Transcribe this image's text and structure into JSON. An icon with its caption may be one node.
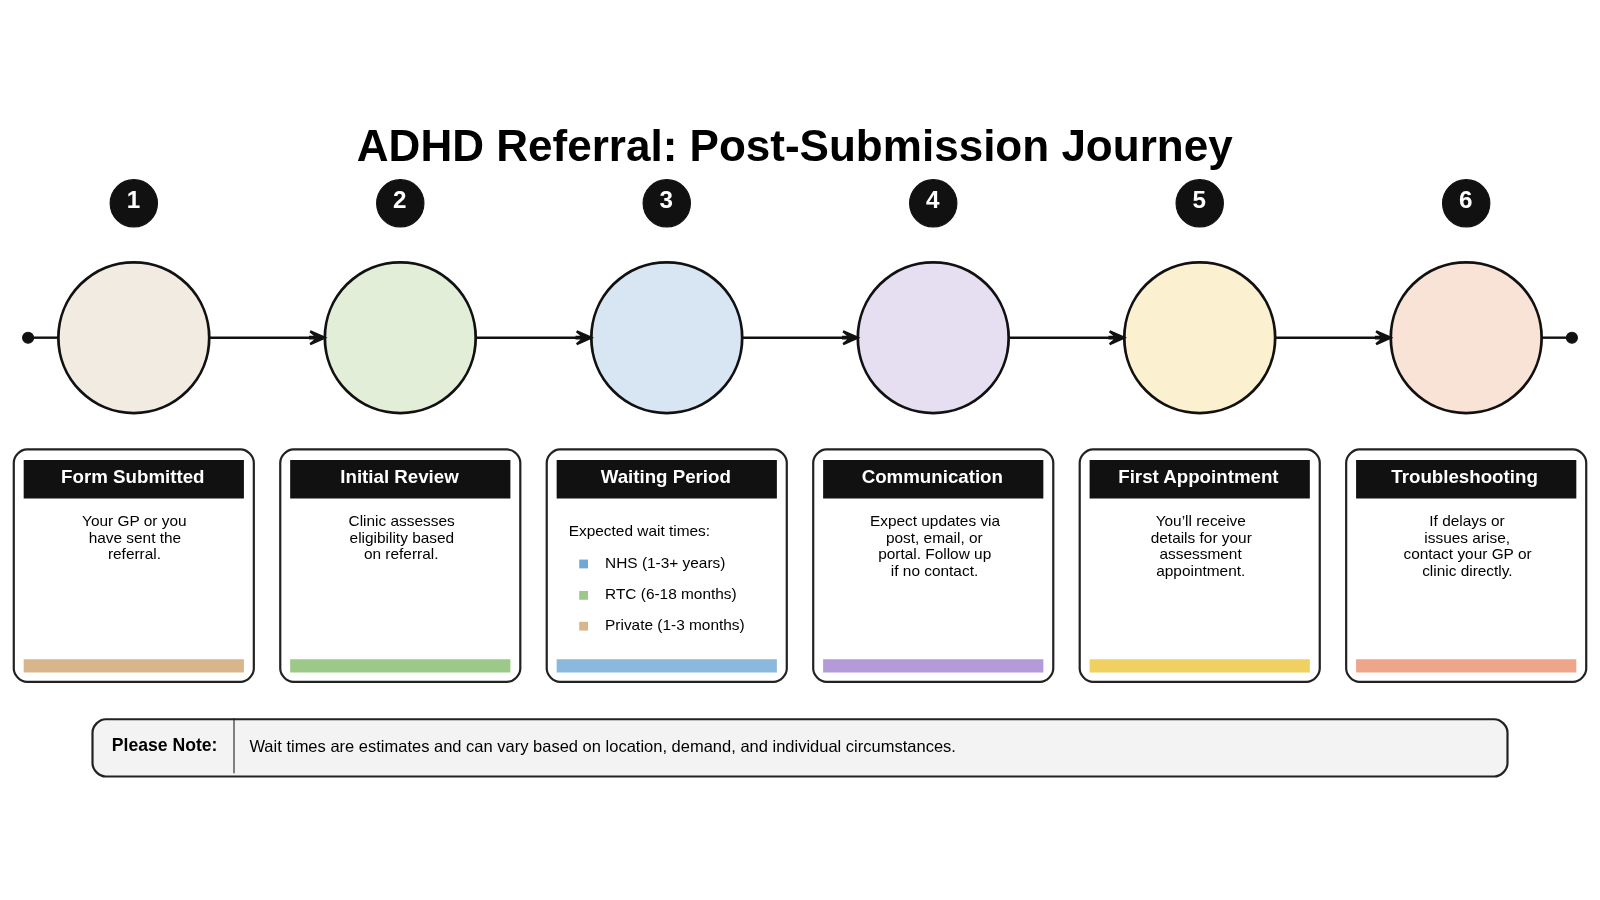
{
  "diagram": {
    "title": "ADHD Referral: Post-Submission Journey",
    "nodes": [
      {
        "text": [],
        "shape": "circle"
      },
      {
        "text": [
          "1"
        ]
      },
      {
        "text": [],
        "shape": "circle"
      },
      {
        "text": [
          "Form Submitted",
          "Your GP or you have sent the referral."
        ]
      },
      {
        "text": [
          "2"
        ]
      },
      {
        "text": [],
        "shape": "circle"
      },
      {
        "text": [
          "Initial Review",
          "Clinic assesses eligibility based on referral."
        ]
      },
      {
        "text": [
          "3"
        ]
      },
      {
        "text": [],
        "shape": "circle"
      },
      {
        "text": [
          "Waiting Period",
          "Expected wait times:",
          "NHS (1-3+ years)",
          "RTC (6-18 months)",
          "Private (1-3 months)"
        ]
      },
      {
        "text": [
          "4"
        ]
      },
      {
        "text": [],
        "shape": "circle"
      },
      {
        "text": [
          "Communication",
          "Expect updates via post, email, or portal. Follow up if no contact."
        ]
      },
      {
        "text": [
          "5"
        ]
      },
      {
        "text": [],
        "shape": "circle"
      },
      {
        "text": [
          "First Appointment",
          "You’ll receive details for your assessment appointment."
        ]
      },
      {
        "text": [
          "6"
        ]
      },
      {
        "text": [],
        "shape": "circle"
      },
      {
        "text": [
          "Troubleshooting",
          "If delays or issues arise, contact your GP or clinic directly."
        ]
      },
      {
        "text": [],
        "shape": "circle"
      },
      {
        "text": [
          "Please Note:",
          "Wait times are estimates and can vary based on location, demand, and individual circumstances."
        ]
      }
    ],
    "edges": [
      {
        "from": 0,
        "to": 2,
        "arrow": "none"
      },
      {
        "from": 2,
        "to": 5,
        "arrow": "to"
      },
      {
        "from": 5,
        "to": 8,
        "arrow": "to"
      },
      {
        "from": 8,
        "to": 11,
        "arrow": "to"
      },
      {
        "from": 11,
        "to": 14,
        "arrow": "to"
      },
      {
        "from": 14,
        "to": 17,
        "arrow": "to"
      },
      {
        "from": 17,
        "to": 19,
        "arrow": "none"
      }
    ]
  }
}
